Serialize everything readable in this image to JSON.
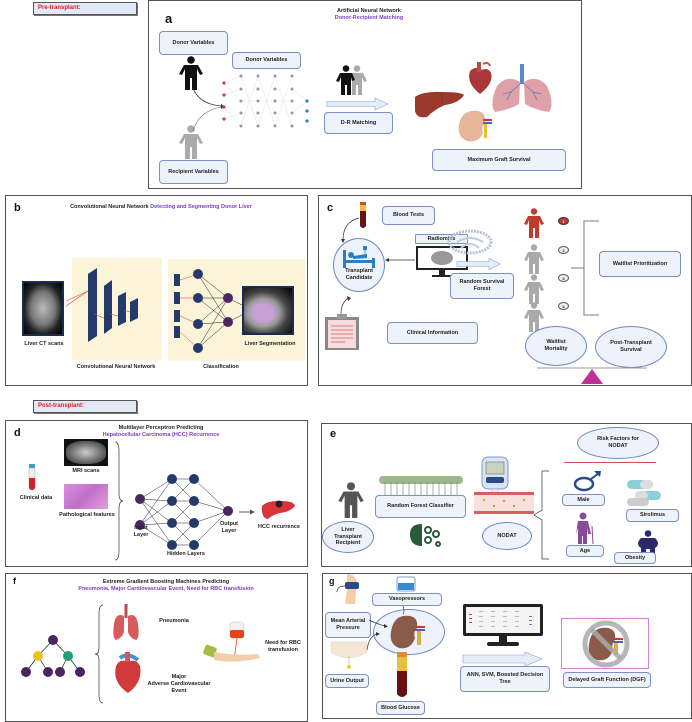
{
  "sections": {
    "pre": "Pre-transplant:",
    "post": "Post-transplant:"
  },
  "panel_a": {
    "label": "a",
    "title": "Artificial Neural Network",
    "subtitle": "Donor-Recipient Matching",
    "donor_box": "Donor Variables",
    "nn_box": "Donor Variables",
    "recipient_box": "Recipient Variables",
    "matching_box": "D-R Matching",
    "outcome_box": "Maximum Graft Survival"
  },
  "panel_b": {
    "label": "b",
    "title": "Convolutional Neural Network",
    "subtitle": "Detecting and Segmenting Donor Liver",
    "ct_label": "Liver CT scans",
    "cnn_label": "Convolutional Neural Network",
    "class_label": "Classification",
    "seg_label": "Liver Segmentation"
  },
  "panel_c": {
    "label": "c",
    "blood_tests": "Blood Tests",
    "radiomics": "Radiomics",
    "candidate_line1": "Transplant",
    "candidate_line2": "Candidate",
    "clinical": "Clinical Information",
    "rsf_line1": "Random Survival",
    "rsf_line2": "Forest",
    "ranks": [
      "1",
      "2",
      "3",
      "4"
    ],
    "prioritization": "Waitlist Prioritization",
    "mortality_line1": "Waitlist",
    "mortality_line2": "Mortality",
    "survival_line1": "Post-Transplant",
    "survival_line2": "Survival"
  },
  "panel_d": {
    "label": "d",
    "title": "Multilayer Perceptron Predicting",
    "subtitle": "Hepatocellular Carcinoma (HCC) Recurrence",
    "clinical": "Clinical data",
    "mri": "MRI scans",
    "path": "Pathological features",
    "input_line1": "Input",
    "input_line2": "Layer",
    "hidden": "Hidden Layers",
    "output_line1": "Output",
    "output_line2": "Layer",
    "outcome": "HCC recurrence"
  },
  "panel_e": {
    "label": "e",
    "recipient_line1": "Liver",
    "recipient_line2": "Transplant",
    "recipient_line3": "Recipient",
    "classifier": "Random Forest Classifier",
    "nodat": "NODAT",
    "risk_line1": "Risk Factors for",
    "risk_line2": "NODAT",
    "factors": [
      "Male",
      "Sirolimus",
      "Age",
      "Obesity"
    ]
  },
  "panel_f": {
    "label": "f",
    "title": "Extreme Gradient Boosting Machines Predicting",
    "subtitle": "Pneumonia, Major Cardiovascular Event, Need for RBC transfusion",
    "pneumonia": "Pneumonia",
    "mace_line1": "Major",
    "mace_line2": "Adverse Cardiovascular",
    "mace_line3": "Event",
    "rbc_line1": "Need for RBC",
    "rbc_line2": "transfusion"
  },
  "panel_g": {
    "label": "g",
    "vasopressors": "Vasopressors",
    "map_line1": "Mean Arterial",
    "map_line2": "Pressure",
    "urine": "Urine Output",
    "glucose": "Blood Glucose",
    "models_line1": "ANN, SVM, Boosted Decision",
    "models_line2": "Tree",
    "outcome": "Delayed Graft Function (DGF)"
  }
}
